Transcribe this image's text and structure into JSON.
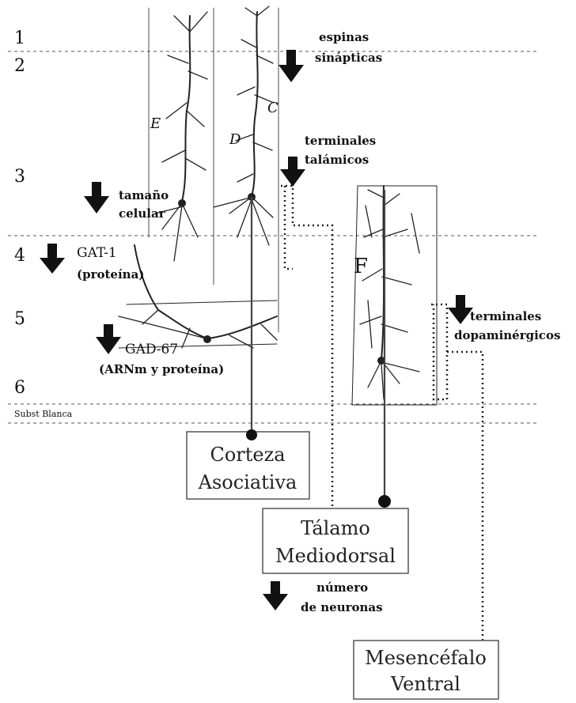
{
  "layers": {
    "l1": "1",
    "l2": "2",
    "l3": "3",
    "l4": "4",
    "l5": "5",
    "l6": "6",
    "white_matter": "Subst Blanca"
  },
  "cell_letters": {
    "e": "E",
    "c": "C",
    "d": "D",
    "f": "F"
  },
  "annotations": {
    "espinas_1": "espinas",
    "espinas_2": "sinápticas",
    "terminales_talamicos_1": "terminales",
    "terminales_talamicos_2": "talámicos",
    "tamano_1": "tamaño",
    "tamano_2": "celular",
    "gat_1": "GAT-1",
    "gat_2": "(proteína)",
    "gad_1": "GAD-67",
    "gad_2": "(ARNm y proteína)",
    "terminales_dopa_1": "terminales",
    "terminales_dopa_2": "dopaminérgicos",
    "numero_1": "número",
    "numero_2": "de neuronas"
  },
  "boxes": {
    "corteza_1": "Corteza",
    "corteza_2": "Asociativa",
    "talamo_1": "Tálamo",
    "talamo_2": "Mediodorsal",
    "mesencefalo_1": "Mesencéfalo",
    "mesencefalo_2": "Ventral"
  }
}
